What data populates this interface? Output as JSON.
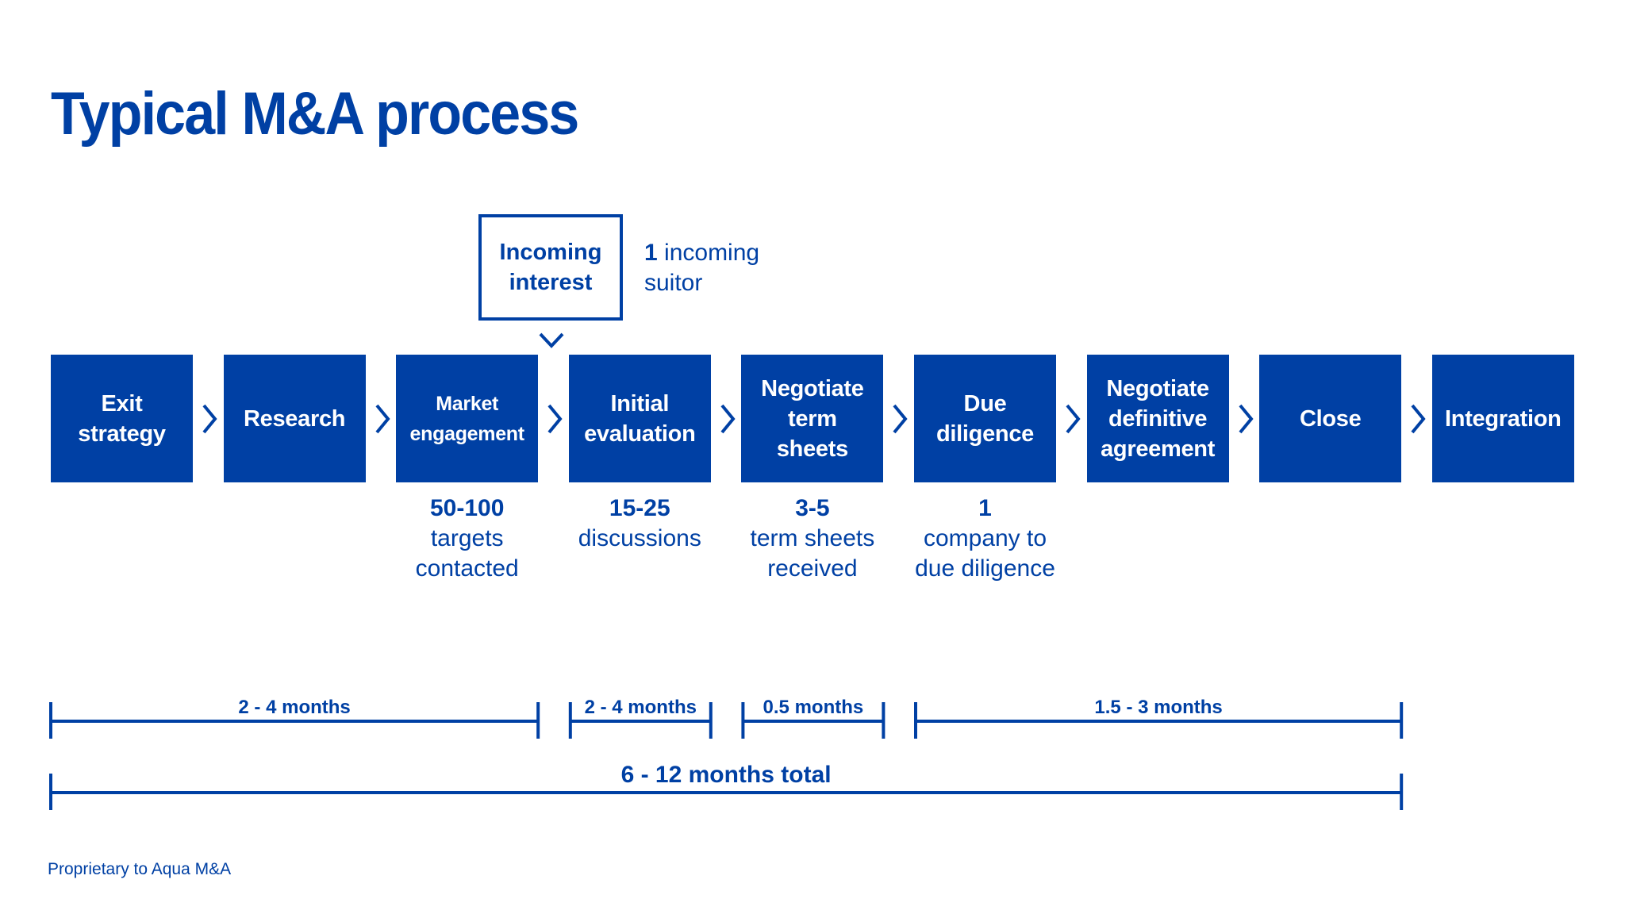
{
  "title": "Typical M&A process",
  "incoming": {
    "label": "Incoming interest",
    "note_number": "1",
    "note_text_line1": "incoming",
    "note_text_line2": "suitor"
  },
  "steps": [
    {
      "label": "Exit strategy"
    },
    {
      "label": "Research"
    },
    {
      "label": "Market engagement"
    },
    {
      "label": "Initial evaluation"
    },
    {
      "label": "Negotiate term sheets"
    },
    {
      "label": "Due diligence"
    },
    {
      "label": "Negotiate definitive agreement"
    },
    {
      "label": "Close"
    },
    {
      "label": "Integration"
    }
  ],
  "metrics": [
    {
      "step": "Market engagement",
      "number": "50-100",
      "line1": "targets",
      "line2": "contacted"
    },
    {
      "step": "Initial evaluation",
      "number": "15-25",
      "line1": "discussions",
      "line2": ""
    },
    {
      "step": "Negotiate term sheets",
      "number": "3-5",
      "line1": "term sheets",
      "line2": "received"
    },
    {
      "step": "Due diligence",
      "number": "1",
      "line1": "company to",
      "line2": "due diligence"
    }
  ],
  "durations": [
    {
      "label": "2 - 4 months",
      "from_step": "Exit strategy",
      "to_step": "Market engagement"
    },
    {
      "label": "2 - 4 months",
      "from_step": "Initial evaluation",
      "to_step": "Initial evaluation"
    },
    {
      "label": "0.5 months",
      "from_step": "Negotiate term sheets",
      "to_step": "Negotiate term sheets"
    },
    {
      "label": "1.5 - 3 months",
      "from_step": "Due diligence",
      "to_step": "Close"
    }
  ],
  "total": {
    "label": "6 - 12 months total",
    "from_step": "Exit strategy",
    "to_step": "Close"
  },
  "footer": "Proprietary to Aqua M&A",
  "colors": {
    "brand": "#0040a4",
    "background": "#ffffff",
    "box_text": "#ffffff"
  }
}
